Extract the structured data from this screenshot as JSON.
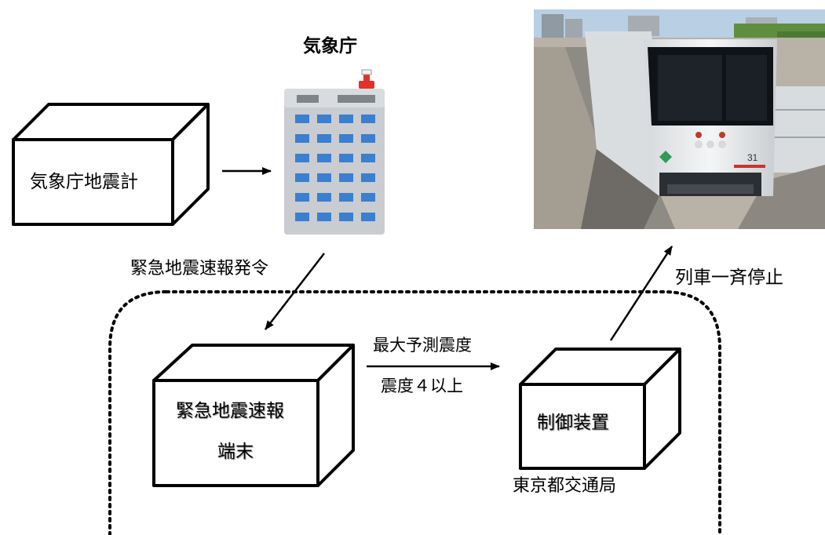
{
  "jma": {
    "title": "気象庁",
    "seismometer_label": "気象庁地震計"
  },
  "flow": {
    "eew_issued": "緊急地震速報発令",
    "train_stop": "列車一斉停止",
    "max_intensity": "最大予測震度",
    "intensity_threshold": "震度４以上"
  },
  "terminal": {
    "line1": "緊急地震速報",
    "line2": "端末"
  },
  "controller": {
    "label": "制御装置",
    "org_label": "東京都交通局"
  },
  "train_photo": {
    "car_number": "31"
  },
  "icons": {
    "building": "office-building-icon",
    "antenna": "antenna-icon",
    "train": "train-photo"
  },
  "colors": {
    "building_body": "#c9ccd0",
    "building_window": "#3a7fd0",
    "antenna_red": "#e0322a",
    "line": "#000000"
  }
}
